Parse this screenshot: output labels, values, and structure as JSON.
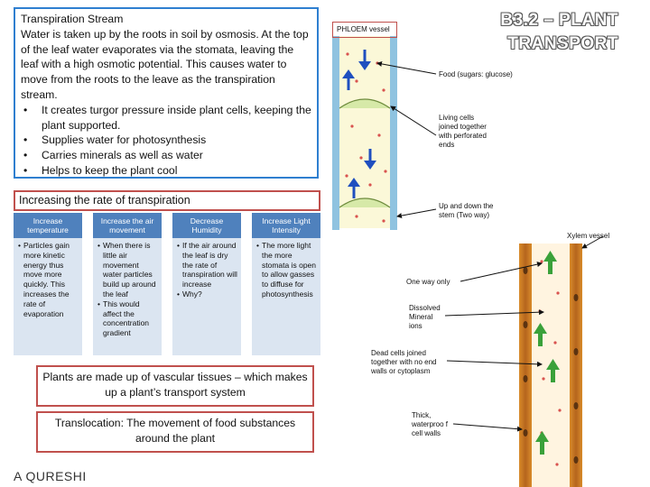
{
  "transpiration": {
    "title": "Transpiration Stream",
    "text": "Water is taken up by the roots in soil by osmosis. At the top of the leaf water evaporates via the stomata, leaving the leaf with a high osmotic potential. This causes water to move from the roots to the leave as the transpiration stream.",
    "bullets": [
      "It creates turgor pressure inside plant cells, keeping the plant supported.",
      "Supplies water for photosynthesis",
      "Carries minerals as well as water",
      "Helps to keep the plant cool"
    ]
  },
  "rate": {
    "title": "Increasing the rate of transpiration",
    "columns": [
      {
        "heading": "Increase temperature",
        "points": [
          "Particles gain more kinetic energy thus move more quickly. This increases the rate of evaporation"
        ]
      },
      {
        "heading": "Increase the air movement",
        "points": [
          "When there is little air movement water particles build up around the leaf",
          "This would affect the concentration gradient"
        ]
      },
      {
        "heading": "Decrease Humidity",
        "points": [
          "If the air around the leaf is dry the rate of transpiration will increase",
          "Why?"
        ]
      },
      {
        "heading": "Increase Light Intensity",
        "points": [
          "The more light the more stomata is open to allow gasses to diffuse for photosynthesis"
        ]
      }
    ]
  },
  "vascular": "Plants are made up of vascular tissues – which makes up a plant’s transport system",
  "translocation": "Translocation: The movement of food substances around the plant",
  "author": "A QURESHI",
  "title": "B3.2 – PLANT TRANSPORT",
  "phloem": {
    "label": "PHLOEM vessel",
    "food": "Food (sugars: glucose)",
    "living": "Living cells joined together with perforated ends",
    "updown": "Up and down the stem (Two way)"
  },
  "xylem": {
    "label": "Xylem vessel",
    "oneway": "One way only",
    "dissolved": "Dissolved Mineral ions",
    "dead": "Dead cells joined together with no end walls or cytoplasm",
    "thick": "Thick, waterproo f cell walls"
  },
  "colors": {
    "box_blue": "#2f7fd0",
    "box_red": "#c0504d",
    "header_blue": "#4f81bd",
    "cell_blue": "#dbe5f1"
  }
}
